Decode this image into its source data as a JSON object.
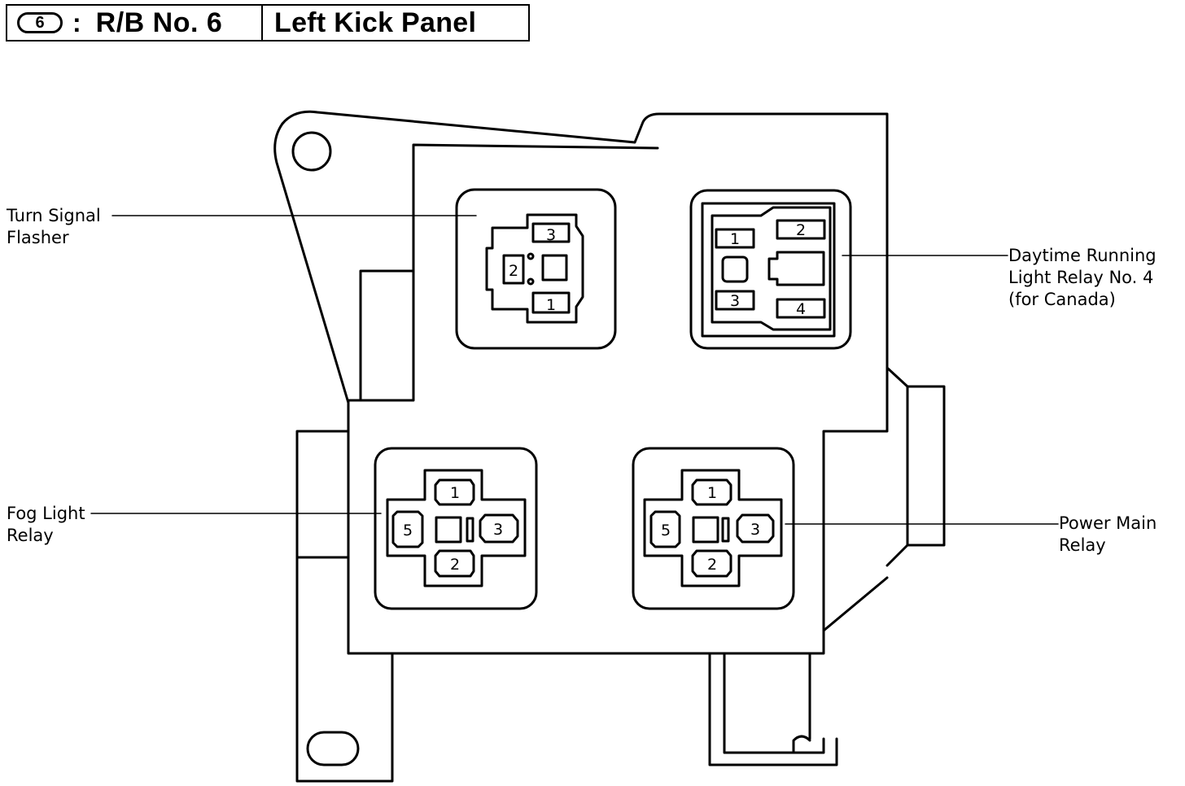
{
  "header": {
    "number_badge": "6",
    "colon": ":",
    "box_id": "R/B No. 6",
    "location": "Left Kick Panel"
  },
  "relays": {
    "turn_signal": {
      "label_line1": "Turn Signal",
      "label_line2": "Flasher",
      "pins": [
        "1",
        "2",
        "3"
      ]
    },
    "drl": {
      "label_line1": "Daytime Running",
      "label_line2": "Light Relay No. 4",
      "label_line3": "(for Canada)",
      "pins": [
        "1",
        "2",
        "3",
        "4"
      ]
    },
    "fog": {
      "label_line1": "Fog Light",
      "label_line2": "Relay",
      "pins": [
        "1",
        "2",
        "3",
        "5"
      ]
    },
    "power_main": {
      "label_line1": "Power Main",
      "label_line2": "Relay",
      "pins": [
        "1",
        "2",
        "3",
        "5"
      ]
    }
  }
}
